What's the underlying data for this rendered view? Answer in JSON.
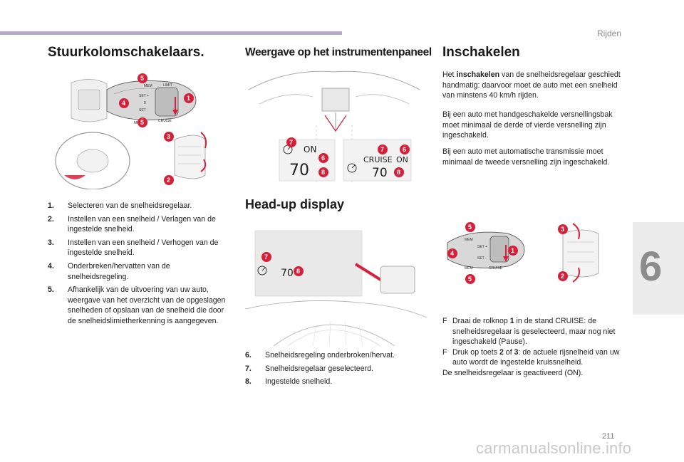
{
  "header": {
    "section": "Rijden"
  },
  "chapter": {
    "number": "6"
  },
  "footer": {
    "page_number": "211",
    "watermark": "carmanualsonline.info"
  },
  "col1": {
    "title": "Stuurkolomschakelaars.",
    "items": [
      {
        "num": "1.",
        "text": "Selecteren van de snelheidsregelaar."
      },
      {
        "num": "2.",
        "text": "Instellen van een snelheid / Verlagen van de ingestelde snelheid."
      },
      {
        "num": "3.",
        "text": "Instellen van een snelheid / Verhogen van de ingestelde snelheid."
      },
      {
        "num": "4.",
        "text": "Onderbreken/hervatten van de snelheidsregeling."
      },
      {
        "num": "5.",
        "text": "Afhankelijk van de uitvoering van uw auto, weergave van het overzicht van de opgeslagen snelheden of opslaan van de snelheid die door de snelheidslimietherkenning is aangegeven."
      }
    ]
  },
  "col2": {
    "title": "Weergave op het instrumentenpaneel",
    "hud_title": "Head-up display",
    "items": [
      {
        "num": "6.",
        "text": "Snelheidsregeling onderbroken/hervat."
      },
      {
        "num": "7.",
        "text": "Snelheidsregelaar geselecteerd."
      },
      {
        "num": "8.",
        "text": "Ingestelde snelheid."
      }
    ]
  },
  "col3": {
    "title": "Inschakelen",
    "p1_pre": "Het ",
    "p1_bold": "inschakelen",
    "p1_post": " van de snelheidsregelaar geschiedt handmatig: daarvoor moet de auto met een snelheid van minstens 40 km/h rijden.",
    "p2": "Bij een auto met handgeschakelde versnellingsbak moet minimaal de derde of vierde versnelling zijn ingeschakeld.",
    "p3": "Bij een auto met automatische transmissie moet minimaal de tweede versnelling zijn ingeschakeld.",
    "bullet_mark": "F",
    "b1_pre": "Draai de rolknop ",
    "b1_bold": "1",
    "b1_post": " in de stand CRUISE: de snelheidsregelaar is geselecteerd, maar nog niet ingeschakeld (Pause).",
    "b2_pre": "Druk op toets ",
    "b2_bold1": "2",
    "b2_mid": " of ",
    "b2_bold2": "3",
    "b2_post": ": de actuele rijsnelheid van uw auto wordt de ingestelde kruissnelheid.",
    "closing": "De snelheidsregelaar is geactiveerd (ON)."
  },
  "figures": {
    "stalk": {
      "mem": "MEM",
      "limit": "LIMIT",
      "set_plus": "SET +",
      "set_minus": "SET -",
      "zero": "0",
      "cruise": "CRUISE"
    },
    "cluster": {
      "on": "ON",
      "speed": "70",
      "cruise": "CRUISE",
      "on2": "ON",
      "speed2": "70"
    },
    "hud": {
      "speed": "70"
    },
    "badges": {
      "b1": "1",
      "b2": "2",
      "b3": "3",
      "b4": "4",
      "b5": "5",
      "b6": "6",
      "b7": "7",
      "b8": "8"
    },
    "colors": {
      "badge": "#d6203a",
      "accent_bar": "#b5a8c9",
      "arrow": "#d6203a"
    }
  }
}
